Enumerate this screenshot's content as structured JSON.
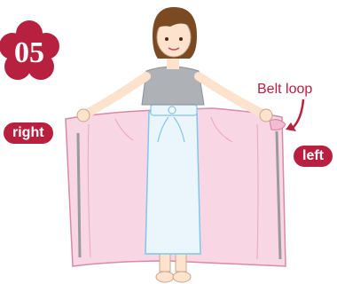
{
  "step": {
    "number": "05"
  },
  "labels": {
    "right": "right",
    "left": "left",
    "belt_loop": "Belt loop"
  },
  "colors": {
    "accent": "#b8203f",
    "fabric": "#f9d6e3",
    "fabric_edge": "#d88aa7",
    "underskirt": "#eaf6fb",
    "underskirt_edge": "#7fc7ea",
    "shirt": "#aeb2b6",
    "skin": "#fde2cd",
    "hair": "#7b4a22"
  }
}
